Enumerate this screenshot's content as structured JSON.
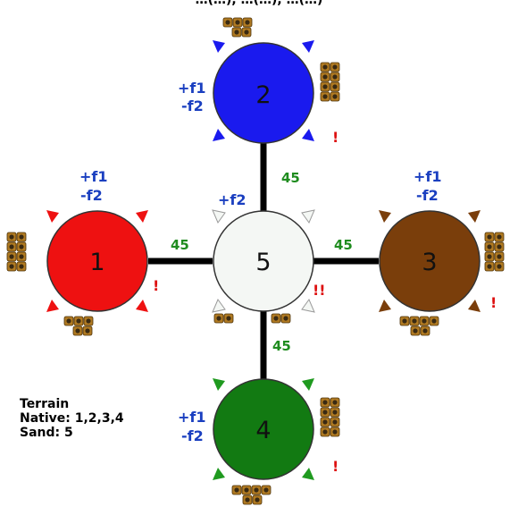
{
  "header_text": "…(…), …(…), …(…)",
  "nodes": [
    {
      "id": "1",
      "label": "1",
      "color": "#ee1111",
      "spike": "#ee1111",
      "mod_top": "+f1",
      "mod_bottom": "-f2",
      "alert": "!"
    },
    {
      "id": "2",
      "label": "2",
      "color": "#1a1aee",
      "spike": "#1a1aee",
      "mod_top": "+f1",
      "mod_bottom": "-f2",
      "alert": "!"
    },
    {
      "id": "3",
      "label": "3",
      "color": "#7a3e0b",
      "spike": "#7a3e0b",
      "mod_top": "+f1",
      "mod_bottom": "-f2",
      "alert": "!"
    },
    {
      "id": "4",
      "label": "4",
      "color": "#127a12",
      "spike": "#1f9a1f",
      "mod_top": "+f1",
      "mod_bottom": "-f2",
      "alert": "!"
    },
    {
      "id": "5",
      "label": "5",
      "color": "#f4f7f4",
      "spike": "#f4f7f4",
      "mod_top": "+f2",
      "alert": "!!"
    }
  ],
  "edges": [
    {
      "from": "5",
      "to": "2",
      "weight": "45"
    },
    {
      "from": "5",
      "to": "1",
      "weight": "45"
    },
    {
      "from": "5",
      "to": "3",
      "weight": "45"
    },
    {
      "from": "5",
      "to": "4",
      "weight": "45"
    }
  ],
  "colors": {
    "edge": "#000000",
    "weight": "#1f8c1f",
    "modifier": "#1a3fc0",
    "alert": "#dd1111",
    "tile": "#b07a22"
  },
  "terrain": {
    "title": "Terrain",
    "native": "Native: 1,2,3,4",
    "sand": "Sand: 5"
  }
}
